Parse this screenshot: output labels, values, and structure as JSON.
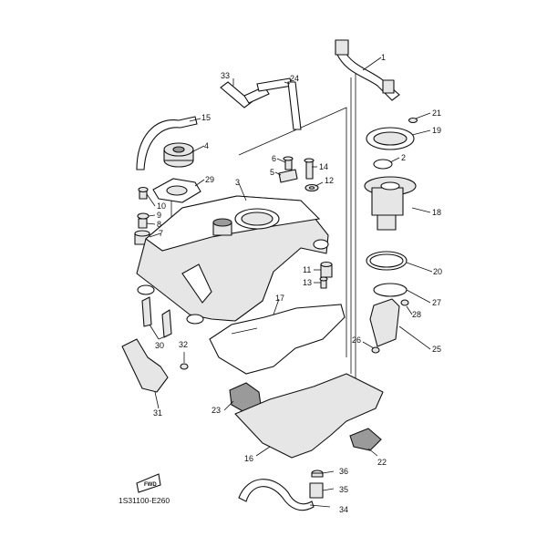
{
  "diagram": {
    "reference_code": "1S31100-E260",
    "fwd_label": "FWD",
    "callouts": [
      {
        "id": "c1",
        "label": "1"
      },
      {
        "id": "c2",
        "label": "2"
      },
      {
        "id": "c3",
        "label": "3"
      },
      {
        "id": "c4",
        "label": "4"
      },
      {
        "id": "c5",
        "label": "5"
      },
      {
        "id": "c6",
        "label": "6"
      },
      {
        "id": "c7",
        "label": "7"
      },
      {
        "id": "c8",
        "label": "8"
      },
      {
        "id": "c9",
        "label": "9"
      },
      {
        "id": "c10",
        "label": "10"
      },
      {
        "id": "c11",
        "label": "11"
      },
      {
        "id": "c12",
        "label": "12"
      },
      {
        "id": "c13",
        "label": "13"
      },
      {
        "id": "c14",
        "label": "14"
      },
      {
        "id": "c15",
        "label": "15"
      },
      {
        "id": "c16",
        "label": "16"
      },
      {
        "id": "c17",
        "label": "17"
      },
      {
        "id": "c18",
        "label": "18"
      },
      {
        "id": "c19",
        "label": "19"
      },
      {
        "id": "c20",
        "label": "20"
      },
      {
        "id": "c21",
        "label": "21"
      },
      {
        "id": "c22",
        "label": "22"
      },
      {
        "id": "c23",
        "label": "23"
      },
      {
        "id": "c24",
        "label": "24"
      },
      {
        "id": "c25",
        "label": "25"
      },
      {
        "id": "c26",
        "label": "26"
      },
      {
        "id": "c27",
        "label": "27"
      },
      {
        "id": "c28",
        "label": "28"
      },
      {
        "id": "c29",
        "label": "29"
      },
      {
        "id": "c30",
        "label": "30"
      },
      {
        "id": "c31",
        "label": "31"
      },
      {
        "id": "c32",
        "label": "32"
      },
      {
        "id": "c33",
        "label": "33"
      },
      {
        "id": "c34",
        "label": "34"
      },
      {
        "id": "c35",
        "label": "35"
      },
      {
        "id": "c36",
        "label": "36"
      }
    ]
  }
}
